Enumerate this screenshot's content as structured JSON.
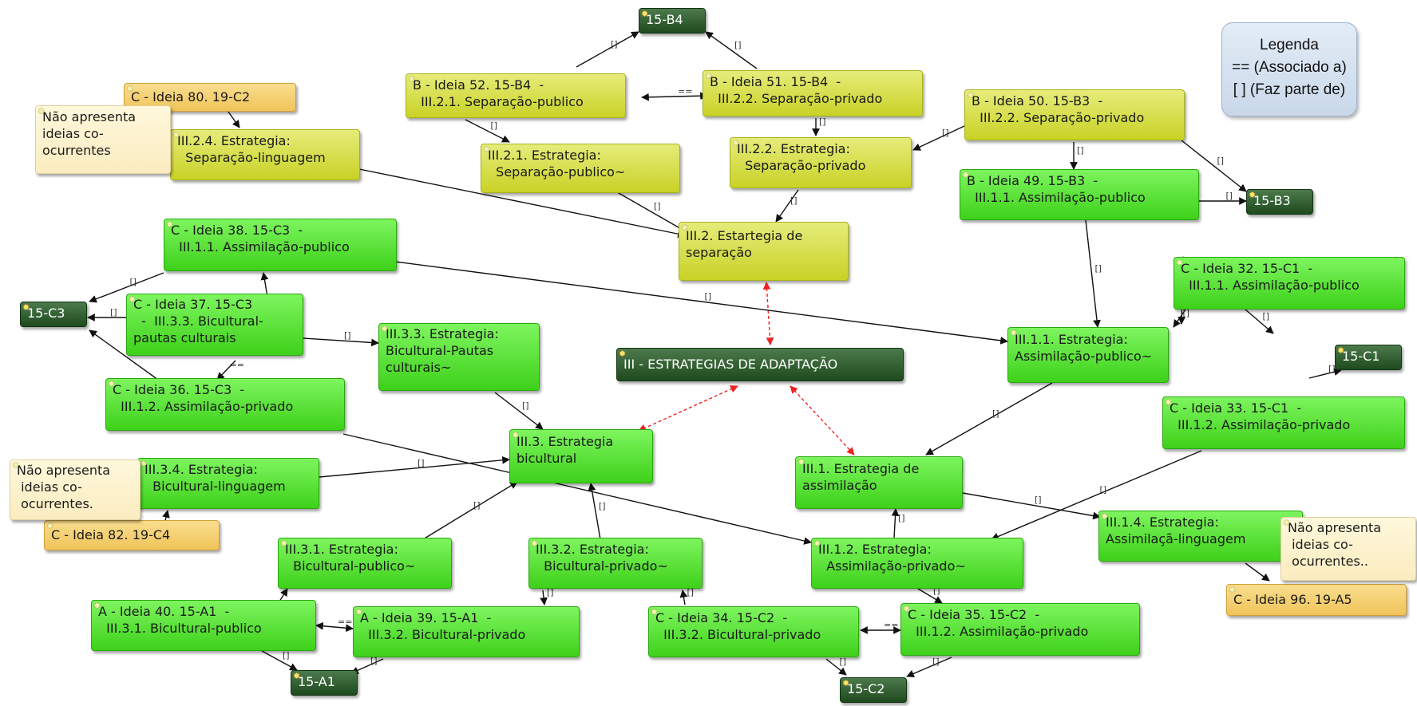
{
  "legend": {
    "title": "Legenda",
    "items": [
      "== (Associado a)",
      "[ ]  (Faz parte de)"
    ]
  },
  "nodes": {
    "b4": "15-B4",
    "b3": "15-B3",
    "c3": "15-C3",
    "c1": "15-C1",
    "a1": "15-A1",
    "c2": "15-C2",
    "root": "III - ESTRATEGIAS DE ADAPTAÇÃO",
    "i52": "B - Ideia 52. 15-B4  -\n  III.2.1. Separação-publico",
    "i51": "B - Ideia 51. 15-B4  -\n  III.2.2. Separação-privado",
    "i80": "C - Ideia 80. 19-C2",
    "nao1": "Não apresenta\nideias co-\nocurrentes",
    "s324": "III.2.4. Estrategia:\n  Separação-linguagem",
    "s321": "III.2.1. Estrategia:\n  Separação-publico~",
    "s322": "III.2.2. Estrategia:\n  Separação-privado",
    "i50": "B - Ideia 50. 15-B3  -\n  III.2.2. Separação-privado",
    "i49": "B - Ideia 49. 15-B3  -\n  III.1.1. Assimilação-publico",
    "sep": "III.2. Estartegia de\nseparação",
    "i38": "C - Ideia 38. 15-C3  -\n  III.1.1. Assimilação-publico",
    "i37": "C - Ideia 37. 15-C3\n  -  III.3.3. Bicultural-\npautas culturais",
    "s333": "III.3.3. Estrategia:\nBicultural-Pautas\nculturais~",
    "i32": "C - Ideia 32. 15-C1  -\n  III.1.1. Assimilação-publico",
    "s311": "III.1.1. Estrategia:\nAssimilação-publico~",
    "i36": "C - Ideia 36. 15-C3  -\n  III.1.2. Assimilação-privado",
    "i33": "C - Ideia 33. 15-C1  -\n  III.1.2. Assimilação-privado",
    "bic": "III.3. Estrategia\nbicultural",
    "nao2": "Não apresenta\n ideias co-\n ocurrentes.",
    "s334": "III.3.4. Estrategia:\n  Bicultural-linguagem",
    "assim": "III.1. Estrategia de\nassimilação",
    "i82": "C - Ideia 82. 19-C4",
    "s314": "III.1.4. Estrategia:\nAssimilaçã-linguagem",
    "nao3": "Não apresenta\n ideias co-\n ocurrentes..",
    "s331": "III.3.1. Estrategia:\n  Bicultural-publico~",
    "s332": "III.3.2. Estrategia:\n  Bicultural-privado~",
    "s312": "III.1.2. Estrategia:\n  Assimilação-privado~",
    "i96": "C - Ideia 96. 19-A5",
    "i40": "A - Ideia 40. 15-A1  -\n  III.3.1. Bicultural-publico",
    "i39": "A - Ideia 39. 15-A1  -\n  III.3.2. Bicultural-privado",
    "i34": "C - Ideia 34. 15-C2  -\n  III.3.2. Bicultural-privado",
    "i35": "C - Ideia 35. 15-C2  -\n  III.1.2. Assimilação-privado"
  },
  "edge_marks": {
    "part_of": "[]",
    "associated": "=="
  },
  "colors": {
    "yellow": "#cfd72e",
    "green": "#4fdc28",
    "orange": "#f3cd6a",
    "cream": "#fdf2cc",
    "dark": "#2b5a2b",
    "dashed_link": "#ee2222"
  }
}
